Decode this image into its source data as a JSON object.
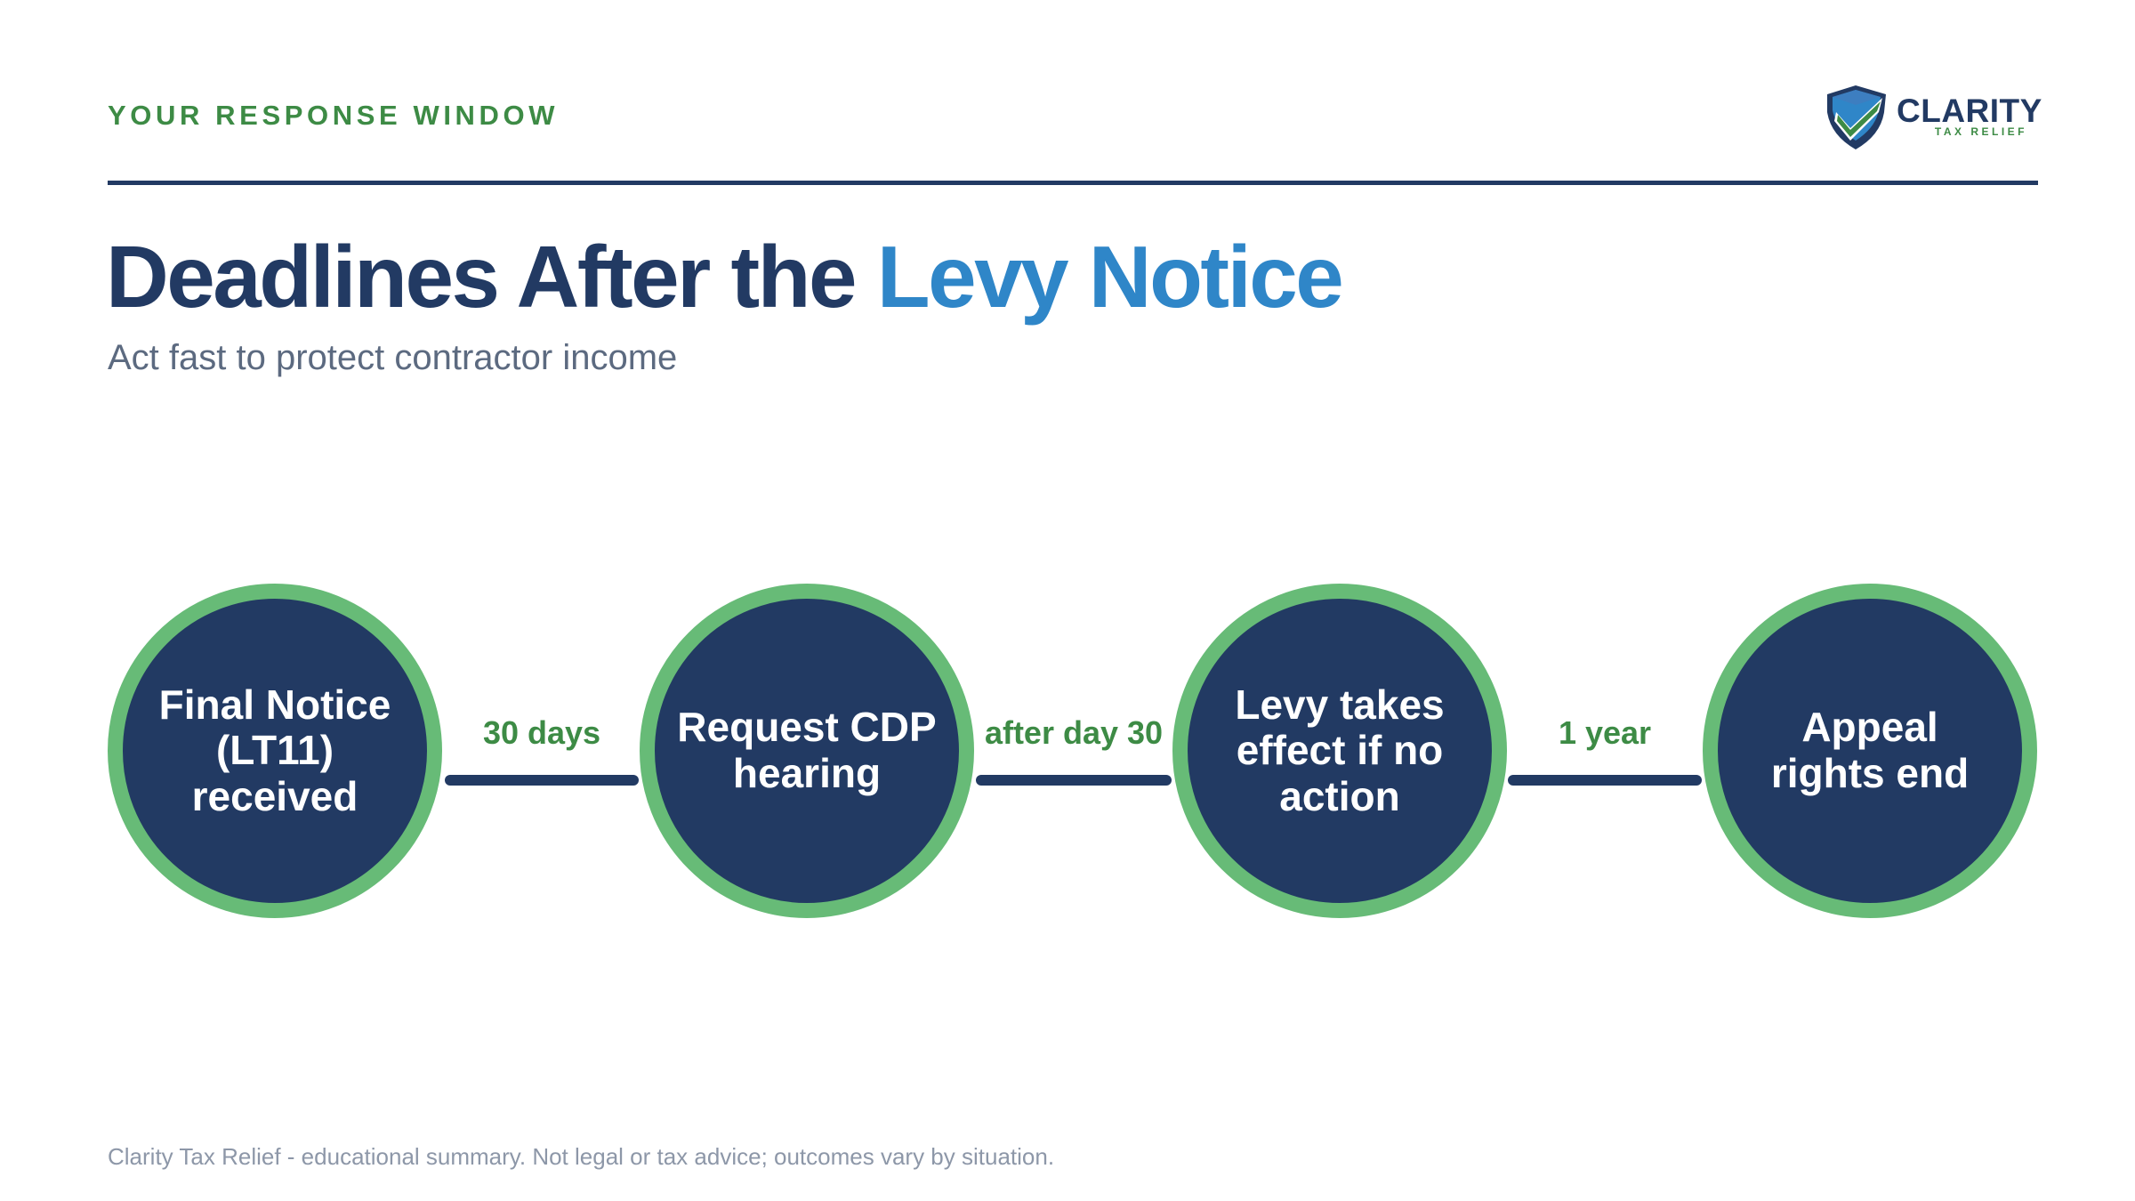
{
  "header": {
    "eyebrow": "YOUR RESPONSE WINDOW",
    "logo": {
      "name": "CLARITY",
      "tagline": "TAX RELIEF",
      "icon": "shield-check-icon"
    }
  },
  "title": {
    "main": "Deadlines After the ",
    "accent": "Levy Notice"
  },
  "subtitle": "Act fast to protect contractor income",
  "timeline": {
    "steps": [
      {
        "label": "Final Notice (LT11) received"
      },
      {
        "label": "Request CDP hearing"
      },
      {
        "label": "Levy takes effect if no action"
      },
      {
        "label": "Appeal rights end"
      }
    ],
    "intervals": [
      {
        "label": "30 days"
      },
      {
        "label": "after day 30"
      },
      {
        "label": "1 year"
      }
    ]
  },
  "footer": "Clarity Tax Relief - educational summary. Not legal or tax advice; outcomes vary by situation.",
  "colors": {
    "navy": "#223a63",
    "green": "#3d8b45",
    "ring_green": "#67bb77",
    "accent_blue": "#2f86c8",
    "muted_text": "#5c6a80",
    "footer_text": "#8d97a8"
  }
}
